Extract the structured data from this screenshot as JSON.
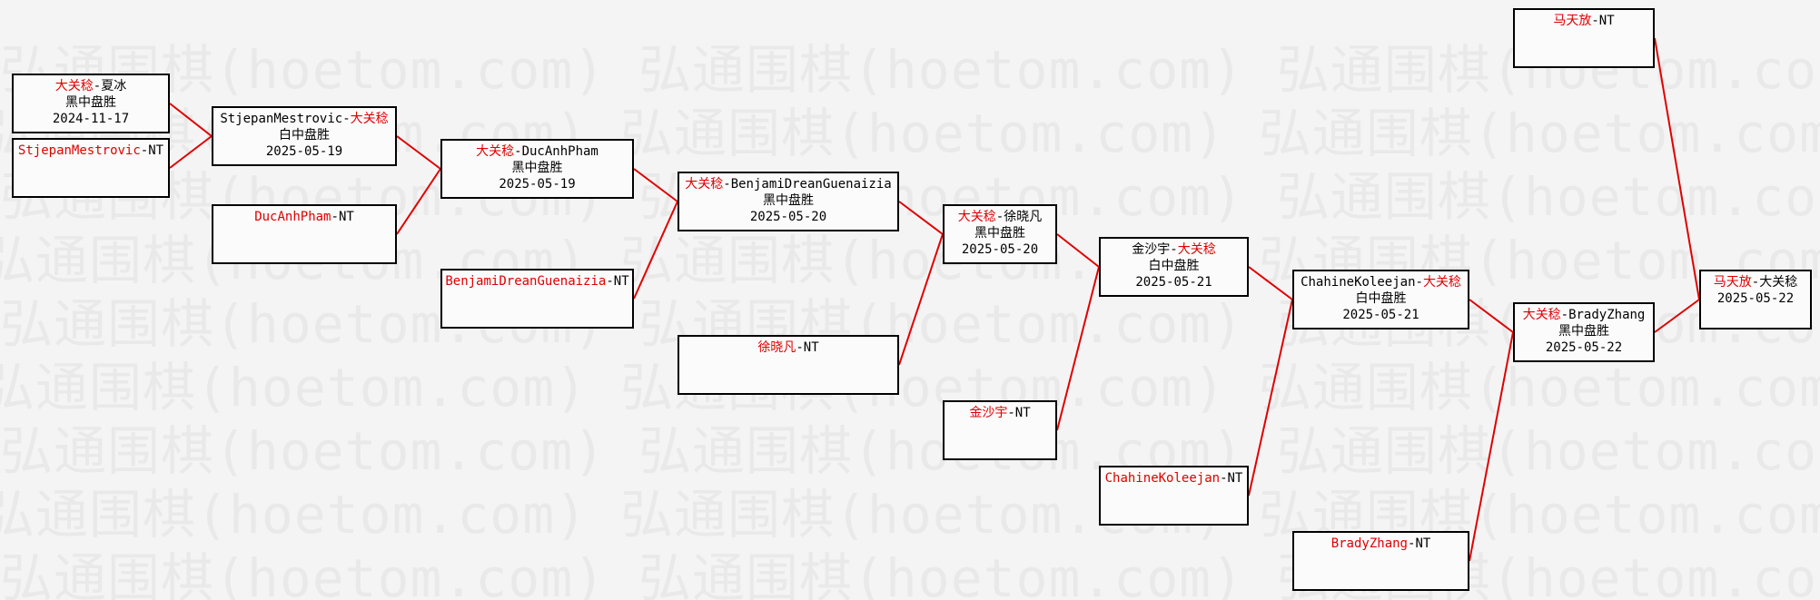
{
  "watermark": "弘通围棋(hoetom.com)",
  "colors": {
    "winner": "#e00000",
    "line": "#e00000",
    "text": "#000000"
  },
  "matches": [
    {
      "id": "m1",
      "a": "大关稔",
      "b": "夏冰",
      "winner": "a",
      "result": "黑中盘胜",
      "date": "2024-11-17"
    },
    {
      "id": "m2",
      "a": "StjepanMestrovic",
      "b": "NT",
      "winner": "a",
      "result": "",
      "date": ""
    },
    {
      "id": "m3",
      "a": "StjepanMestrovic",
      "b": "大关稔",
      "winner": "b",
      "result": "白中盘胜",
      "date": "2025-05-19"
    },
    {
      "id": "m4",
      "a": "DucAnhPham",
      "b": "NT",
      "winner": "a",
      "result": "",
      "date": ""
    },
    {
      "id": "m5",
      "a": "大关稔",
      "b": "DucAnhPham",
      "winner": "a",
      "result": "黑中盘胜",
      "date": "2025-05-19"
    },
    {
      "id": "m6",
      "a": "BenjamiDreanGuenaizia",
      "b": "NT",
      "winner": "a",
      "result": "",
      "date": ""
    },
    {
      "id": "m7",
      "a": "大关稔",
      "b": "BenjamiDreanGuenaizia",
      "winner": "a",
      "result": "黑中盘胜",
      "date": "2025-05-20"
    },
    {
      "id": "m8",
      "a": "徐晓凡",
      "b": "NT",
      "winner": "a",
      "result": "",
      "date": ""
    },
    {
      "id": "m9",
      "a": "大关稔",
      "b": "徐晓凡",
      "winner": "a",
      "result": "黑中盘胜",
      "date": "2025-05-20"
    },
    {
      "id": "m10",
      "a": "金沙宇",
      "b": "NT",
      "winner": "a",
      "result": "",
      "date": ""
    },
    {
      "id": "m11",
      "a": "金沙宇",
      "b": "大关稔",
      "winner": "b",
      "result": "白中盘胜",
      "date": "2025-05-21"
    },
    {
      "id": "m12",
      "a": "ChahineKoleejan",
      "b": "NT",
      "winner": "a",
      "result": "",
      "date": ""
    },
    {
      "id": "m13",
      "a": "ChahineKoleejan",
      "b": "大关稔",
      "winner": "b",
      "result": "白中盘胜",
      "date": "2025-05-21"
    },
    {
      "id": "m14",
      "a": "BradyZhang",
      "b": "NT",
      "winner": "a",
      "result": "",
      "date": ""
    },
    {
      "id": "m15",
      "a": "大关稔",
      "b": "BradyZhang",
      "winner": "a",
      "result": "黑中盘胜",
      "date": "2025-05-22"
    },
    {
      "id": "m16",
      "a": "马天放",
      "b": "NT",
      "winner": "a",
      "result": "",
      "date": ""
    },
    {
      "id": "m17",
      "a": "马天放",
      "b": "大关稔",
      "winner": "a",
      "result": "",
      "date": "2025-05-22"
    }
  ],
  "links": [
    [
      "m1",
      "m3"
    ],
    [
      "m2",
      "m3"
    ],
    [
      "m3",
      "m5"
    ],
    [
      "m4",
      "m5"
    ],
    [
      "m5",
      "m7"
    ],
    [
      "m6",
      "m7"
    ],
    [
      "m7",
      "m9"
    ],
    [
      "m8",
      "m9"
    ],
    [
      "m9",
      "m11"
    ],
    [
      "m10",
      "m11"
    ],
    [
      "m11",
      "m13"
    ],
    [
      "m12",
      "m13"
    ],
    [
      "m13",
      "m15"
    ],
    [
      "m14",
      "m15"
    ],
    [
      "m15",
      "m17"
    ],
    [
      "m16",
      "m17"
    ]
  ]
}
